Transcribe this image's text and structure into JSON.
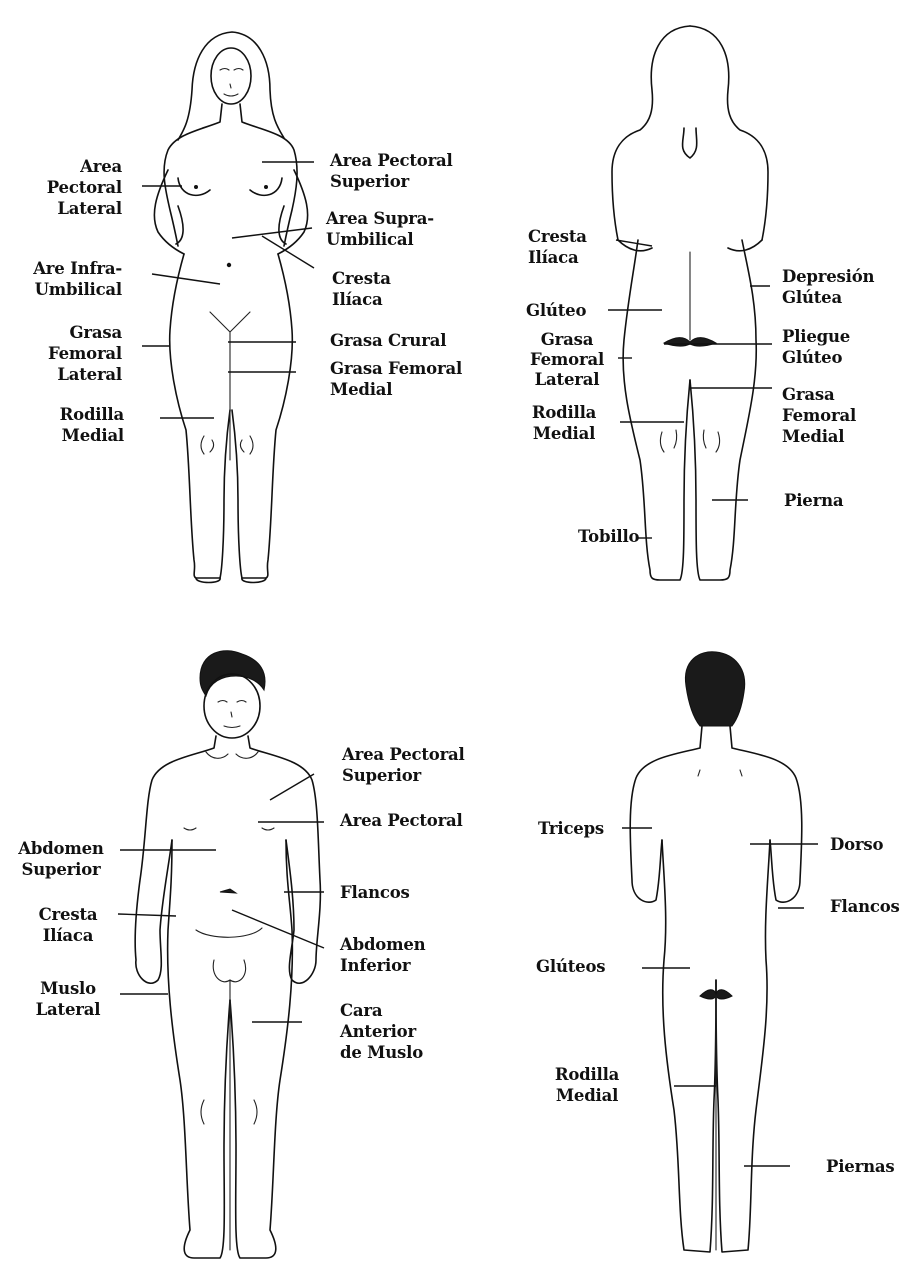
{
  "figures": [
    {
      "id": "female-front",
      "labels": {
        "area_pectoral_lateral": "Area\nPectoral\nLateral",
        "area_pectoral_superior": "Area Pectoral\nSuperior",
        "area_supra_umbilical": "Area Supra-\nUmbilical",
        "are_infra_umbilical": "Are Infra-\nUmbilical",
        "cresta_iliaca": "Cresta\nIlíaca",
        "grasa_femoral_lateral": "Grasa\nFemoral\nLateral",
        "grasa_crural": "Grasa Crural",
        "grasa_femoral_medial": "Grasa Femoral\nMedial",
        "rodilla_medial": "Rodilla\nMedial"
      }
    },
    {
      "id": "female-back",
      "labels": {
        "cresta_iliaca": "Cresta\nIlíaca",
        "depresion_glutea": "Depresión\nGlútea",
        "gluteo": "Glúteo",
        "grasa_femoral_lateral": "Grasa\nFemoral\nLateral",
        "pliegue_gluteo": "Pliegue\nGlúteo",
        "grasa_femoral_medial": "Grasa\nFemoral\nMedial",
        "rodilla_medial": "Rodilla\nMedial",
        "pierna": "Pierna",
        "tobillo": "Tobillo"
      }
    },
    {
      "id": "male-front",
      "labels": {
        "area_pectoral_superior": "Area Pectoral\nSuperior",
        "area_pectoral": "Area Pectoral",
        "abdomen_superior": "Abdomen\nSuperior",
        "flancos": "Flancos",
        "cresta_iliaca": "Cresta\nIlíaca",
        "abdomen_inferior": "Abdomen\nInferior",
        "muslo_lateral": "Muslo\nLateral",
        "cara_anterior_de_muslo": "Cara\nAnterior\nde Muslo"
      }
    },
    {
      "id": "male-back",
      "labels": {
        "triceps": "Triceps",
        "dorso": "Dorso",
        "flancos": "Flancos",
        "gluteos": "Glúteos",
        "rodilla_medial": "Rodilla\nMedial",
        "piernas": "Piernas"
      }
    }
  ]
}
